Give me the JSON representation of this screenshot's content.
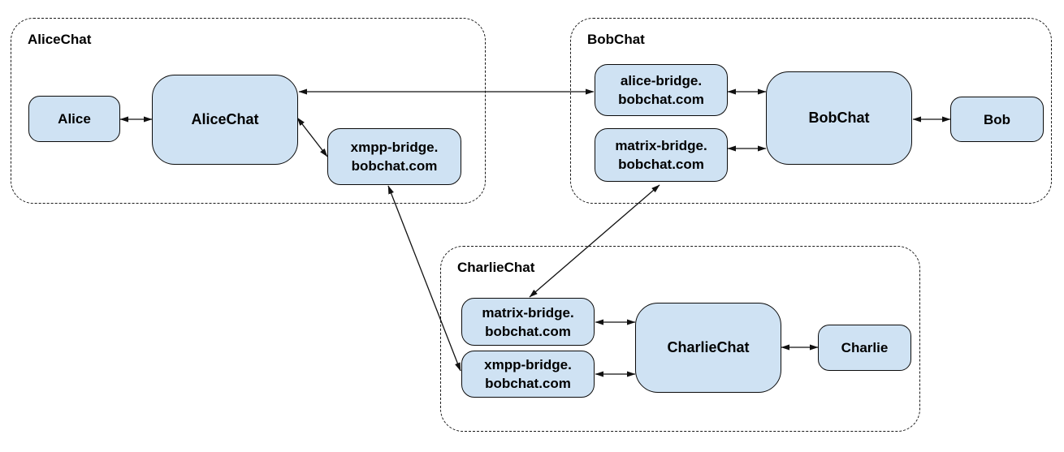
{
  "diagram": {
    "groups": {
      "alicechat": {
        "title": "AliceChat"
      },
      "bobchat": {
        "title": "BobChat"
      },
      "charliechat": {
        "title": "CharlieChat"
      }
    },
    "nodes": {
      "alice": {
        "label": "Alice"
      },
      "alicechat_server": {
        "label": "AliceChat"
      },
      "xmpp_bridge_alice": {
        "label": "xmpp-bridge.\nbobchat.com"
      },
      "alice_bridge_bob": {
        "label": "alice-bridge.\nbobchat.com"
      },
      "matrix_bridge_bob": {
        "label": "matrix-bridge.\nbobchat.com"
      },
      "bobchat_server": {
        "label": "BobChat"
      },
      "bob": {
        "label": "Bob"
      },
      "matrix_bridge_charlie": {
        "label": "matrix-bridge.\nbobchat.com"
      },
      "xmpp_bridge_charlie": {
        "label": "xmpp-bridge.\nbobchat.com"
      },
      "charliechat_server": {
        "label": "CharlieChat"
      },
      "charlie": {
        "label": "Charlie"
      }
    },
    "edges": [
      {
        "from": "alice",
        "to": "alicechat_server",
        "bidirectional": true
      },
      {
        "from": "alicechat_server",
        "to": "alice_bridge_bob",
        "bidirectional": true
      },
      {
        "from": "alicechat_server",
        "to": "xmpp_bridge_alice",
        "bidirectional": true
      },
      {
        "from": "alice_bridge_bob",
        "to": "bobchat_server",
        "bidirectional": true
      },
      {
        "from": "matrix_bridge_bob",
        "to": "bobchat_server",
        "bidirectional": true
      },
      {
        "from": "bobchat_server",
        "to": "bob",
        "bidirectional": true
      },
      {
        "from": "matrix_bridge_bob",
        "to": "matrix_bridge_charlie",
        "bidirectional": true
      },
      {
        "from": "xmpp_bridge_alice",
        "to": "xmpp_bridge_charlie",
        "bidirectional": true
      },
      {
        "from": "matrix_bridge_charlie",
        "to": "charliechat_server",
        "bidirectional": true
      },
      {
        "from": "xmpp_bridge_charlie",
        "to": "charliechat_server",
        "bidirectional": true
      },
      {
        "from": "charliechat_server",
        "to": "charlie",
        "bidirectional": true
      }
    ],
    "colors": {
      "node_fill": "#cfe2f3",
      "node_border": "#0b0b0b",
      "line": "#111111",
      "text": "#000000",
      "background": "#ffffff"
    }
  }
}
